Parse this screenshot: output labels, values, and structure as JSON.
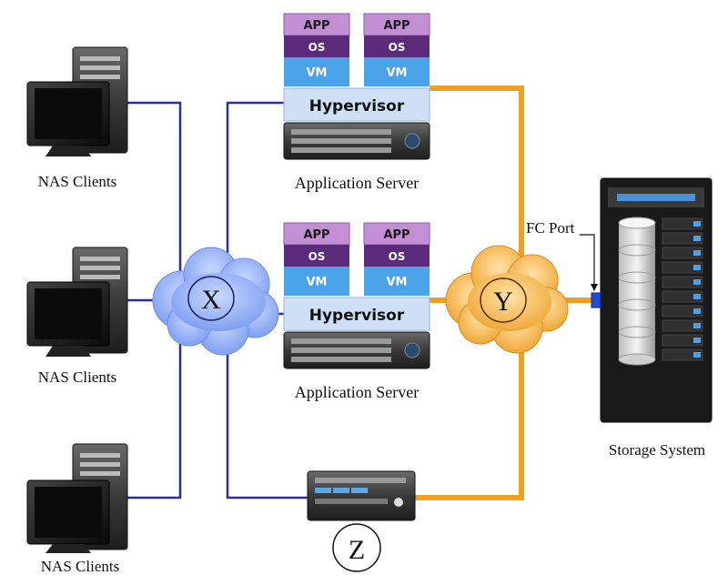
{
  "colors": {
    "ip_link": "#2b2f9e",
    "fc_link": "#f0a020",
    "cloud_x": "#8aa8f0",
    "cloud_y": "#f2b04a",
    "app_fill": "#c58fd6",
    "os_fill": "#5b2a7a",
    "vm_fill": "#4aa3e8",
    "hypervisor_fill": "#cfe0f6",
    "storage_body": "#1a1a1a",
    "fc_port": "#1f4fd0"
  },
  "nas_clients": [
    {
      "label": "NAS Clients"
    },
    {
      "label": "NAS Clients"
    },
    {
      "label": "NAS Clients"
    }
  ],
  "servers": [
    {
      "label": "Application Server",
      "hypervisor": "Hypervisor",
      "vms": [
        {
          "app": "APP",
          "os": "OS",
          "vm": "VM"
        },
        {
          "app": "APP",
          "os": "OS",
          "vm": "VM"
        }
      ]
    },
    {
      "label": "Application Server",
      "hypervisor": "Hypervisor",
      "vms": [
        {
          "app": "APP",
          "os": "OS",
          "vm": "VM"
        },
        {
          "app": "APP",
          "os": "OS",
          "vm": "VM"
        }
      ]
    }
  ],
  "clouds": {
    "x_label": "X",
    "y_label": "Y"
  },
  "device_z": {
    "label": "Z"
  },
  "storage": {
    "label": "Storage System",
    "port_label": "FC Port"
  }
}
